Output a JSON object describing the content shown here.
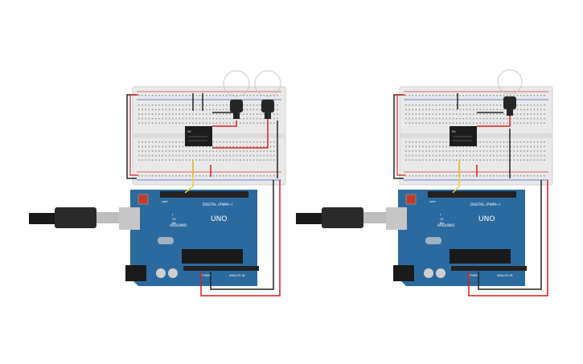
{
  "circuits": [
    {
      "id": "left",
      "board": {
        "logo": "ARDUINO",
        "model": "UNO",
        "digital_label": "DIGITAL (PWM~)",
        "power_label": "POWER",
        "analog_label": "ANALOG IN",
        "aref": "AREF",
        "tx": "TX",
        "rx": "RX",
        "l": "L"
      },
      "relay": {
        "line1": "5V",
        "line2": "",
        "line3": ""
      },
      "bulbs": 2
    },
    {
      "id": "right",
      "board": {
        "logo": "ARDUINO",
        "model": "UNO",
        "digital_label": "DIGITAL (PWM~)",
        "power_label": "POWER",
        "analog_label": "ANALOG IN",
        "aref": "AREF",
        "tx": "TX",
        "rx": "RX",
        "l": "L"
      },
      "relay": {
        "line1": "5V",
        "line2": "",
        "line3": ""
      },
      "bulbs": 1
    }
  ],
  "colors": {
    "board": "#2b6a9e",
    "board_dark": "#1f5482",
    "breadboard": "#e9e9e9",
    "rail_red": "#d33a3a",
    "wire_red": "#d91e1e",
    "wire_black": "#222222",
    "wire_yellow": "#e8d23a",
    "relay": "#1c1c1c",
    "usb": "#bdbdbd"
  }
}
